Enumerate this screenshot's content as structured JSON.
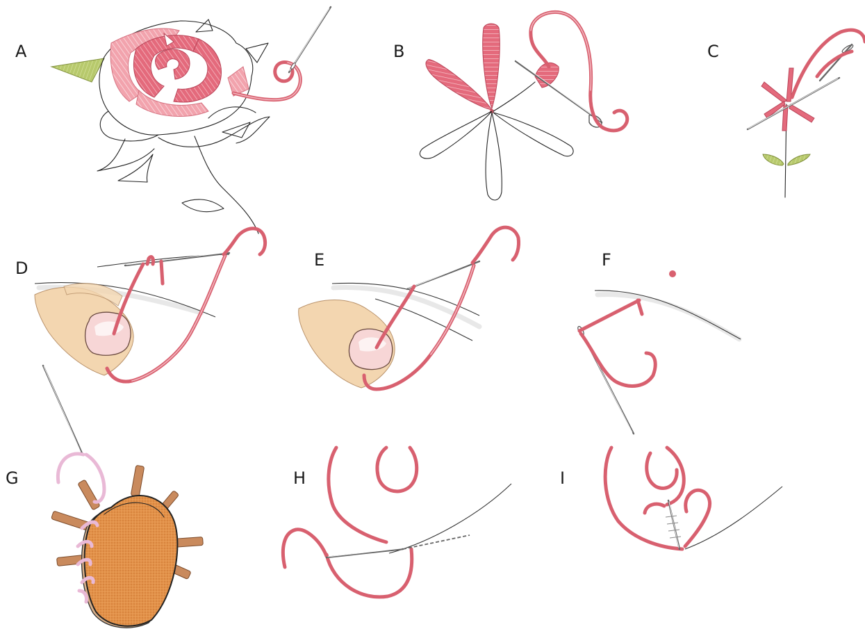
{
  "panels": [
    {
      "letter": "A",
      "subject": "rose-satin-stitch"
    },
    {
      "letter": "B",
      "subject": "lazy-daisy-flower"
    },
    {
      "letter": "C",
      "subject": "small-flower-stem-stitch"
    },
    {
      "letter": "D",
      "subject": "thumb-holding-thread-step-1"
    },
    {
      "letter": "E",
      "subject": "thumb-holding-thread-step-2"
    },
    {
      "letter": "F",
      "subject": "needle-pulled-through"
    },
    {
      "letter": "G",
      "subject": "felt-padded-shape"
    },
    {
      "letter": "H",
      "subject": "scroll-couching-step-1"
    },
    {
      "letter": "I",
      "subject": "scroll-couching-step-2"
    }
  ],
  "colors": {
    "thread": "#d8606f",
    "leaf": "#b7c96c",
    "skin": "#f3d6b0",
    "felt": "#e3924a",
    "pink_thread": "#e9b9d6"
  }
}
